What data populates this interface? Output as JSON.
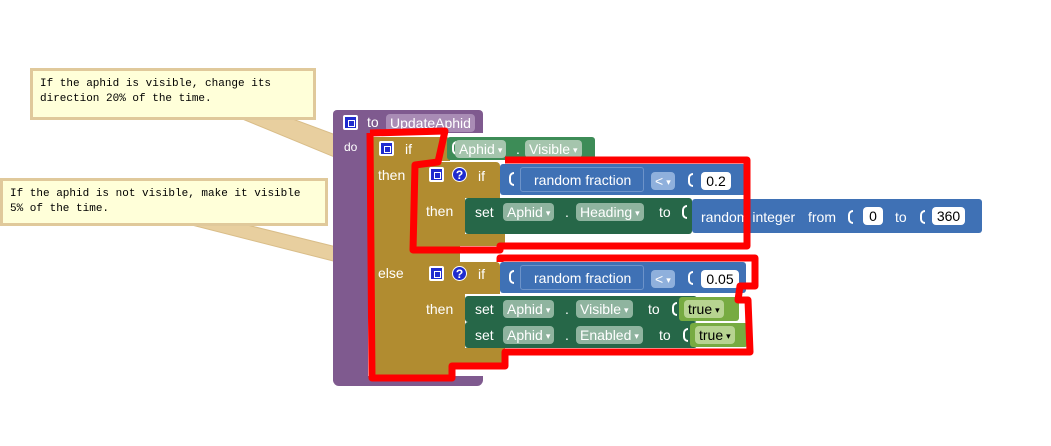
{
  "comments": {
    "visible_note": "If the aphid is visible, change its\ndirection 20% of the time.",
    "invisible_note": "If the aphid is not visible, make it visible\n5% of the time."
  },
  "procedure": {
    "to": "to",
    "name": "UpdateAphid",
    "do": "do"
  },
  "outer_if": {
    "if": "if",
    "then": "then",
    "else": "else",
    "component": "Aphid",
    "property": "Visible"
  },
  "inner_if_1": {
    "if": "if",
    "then": "then",
    "random_fraction": "random fraction",
    "operator": "<",
    "value": "0.2",
    "set": "set",
    "component": "Aphid",
    "property": "Heading",
    "to": "to",
    "random_integer": "random integer",
    "from": "from",
    "from_value": "0",
    "to2": "to",
    "to_value": "360"
  },
  "inner_if_2": {
    "if": "if",
    "then": "then",
    "random_fraction": "random fraction",
    "operator": "<",
    "value": "0.05",
    "set1": "set",
    "component1": "Aphid",
    "property1": "Visible",
    "to1": "to",
    "value1": "true",
    "set2": "set",
    "component2": "Aphid",
    "property2": "Enabled",
    "to2": "to",
    "value2": "true"
  },
  "colors": {
    "procedure": "#7f5a8f",
    "control": "#b18c30",
    "component_get": "#3d8c57",
    "component_set": "#266748",
    "math": "#3f71b5",
    "logic": "#77ab41",
    "highlight": "#ff0000"
  }
}
